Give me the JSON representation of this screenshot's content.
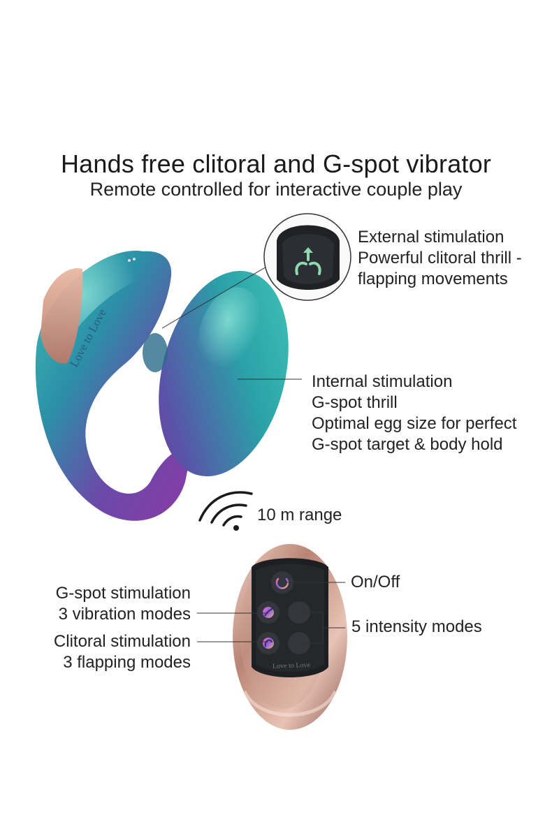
{
  "header": {
    "title": "Hands free clitoral and G-spot vibrator",
    "subtitle": "Remote controlled for interactive couple play"
  },
  "features": {
    "external": [
      "External stimulation",
      "Powerful clitoral thrill -",
      "flapping movements"
    ],
    "internal": [
      "Internal stimulation",
      "G-spot thrill",
      "Optimal egg size for perfect",
      "G-spot target & body hold"
    ],
    "range": "10 m range"
  },
  "remote": {
    "on_off": "On/Off",
    "intensity": "5 intensity modes",
    "gspot": [
      "G-spot stimulation",
      "3 vibration modes"
    ],
    "clitoral": [
      "Clitoral stimulation",
      "3 flapping modes"
    ],
    "brand": "Love to Love"
  },
  "device": {
    "brand": "Love to Love"
  },
  "icons": [
    "wifi-signal-icon",
    "power-icon",
    "plus-icon",
    "minus-icon",
    "gspot-mode-icon",
    "clitoral-mode-icon",
    "flap-arrows-icon"
  ],
  "colors": {
    "accent_teal": "#2fb3b0",
    "accent_purple": "#7a3fb0",
    "rose_gold": "#c99a8c",
    "text": "#222222"
  }
}
